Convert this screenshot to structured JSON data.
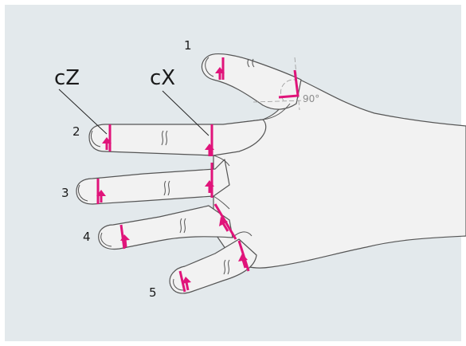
{
  "colors": {
    "background": "#e3e9ec",
    "hand_fill": "#f2f2f2",
    "outline": "#555555",
    "measure_accent": "#e0147a",
    "angle_text": "#8c8c8c"
  },
  "callouts": {
    "cz": "cZ",
    "cx": "cX"
  },
  "fingers": [
    {
      "number": "1"
    },
    {
      "number": "2"
    },
    {
      "number": "3"
    },
    {
      "number": "4"
    },
    {
      "number": "5"
    }
  ],
  "angle": {
    "label": "90°"
  }
}
